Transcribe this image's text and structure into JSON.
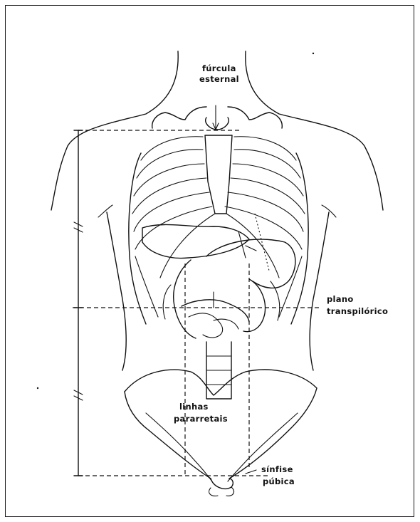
{
  "labels": {
    "forcula": "fúrcula",
    "forcula_sub": "esternal",
    "plano": "plano",
    "plano_sub": "transpilórico",
    "linhas": "linhas",
    "linhas_sub": "pararretais",
    "sinfise": "sínfise",
    "sinfise_sub": "púbica"
  },
  "colors": {
    "ink": "#111111",
    "background": "#ffffff"
  }
}
